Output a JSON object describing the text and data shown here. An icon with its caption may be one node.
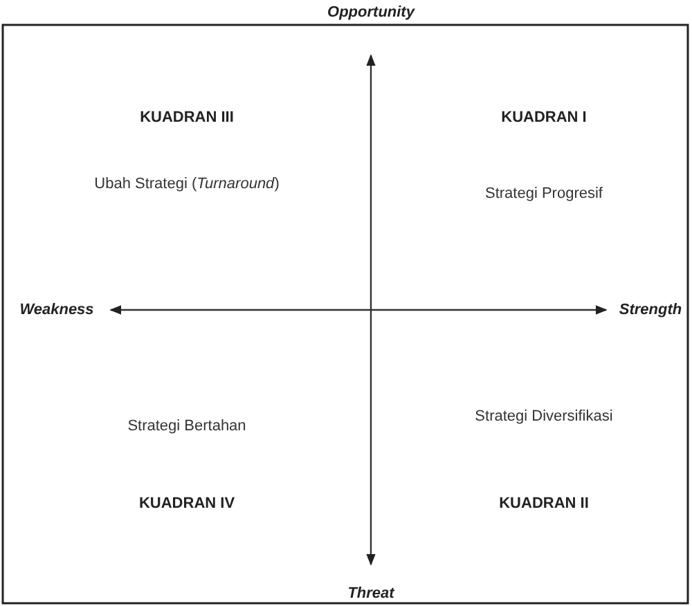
{
  "diagram": {
    "labels": [
      "Opportunity",
      "KUADRAN III",
      "KUADRAN I",
      "Ubah Strategi (*Turnaround*)",
      "Strategi Progresif",
      "Weakness",
      "Strength",
      "Strategi Bertahan",
      "Strategi Diversifikasi",
      "KUADRAN IV",
      "KUADRAN II",
      "Threat"
    ]
  }
}
